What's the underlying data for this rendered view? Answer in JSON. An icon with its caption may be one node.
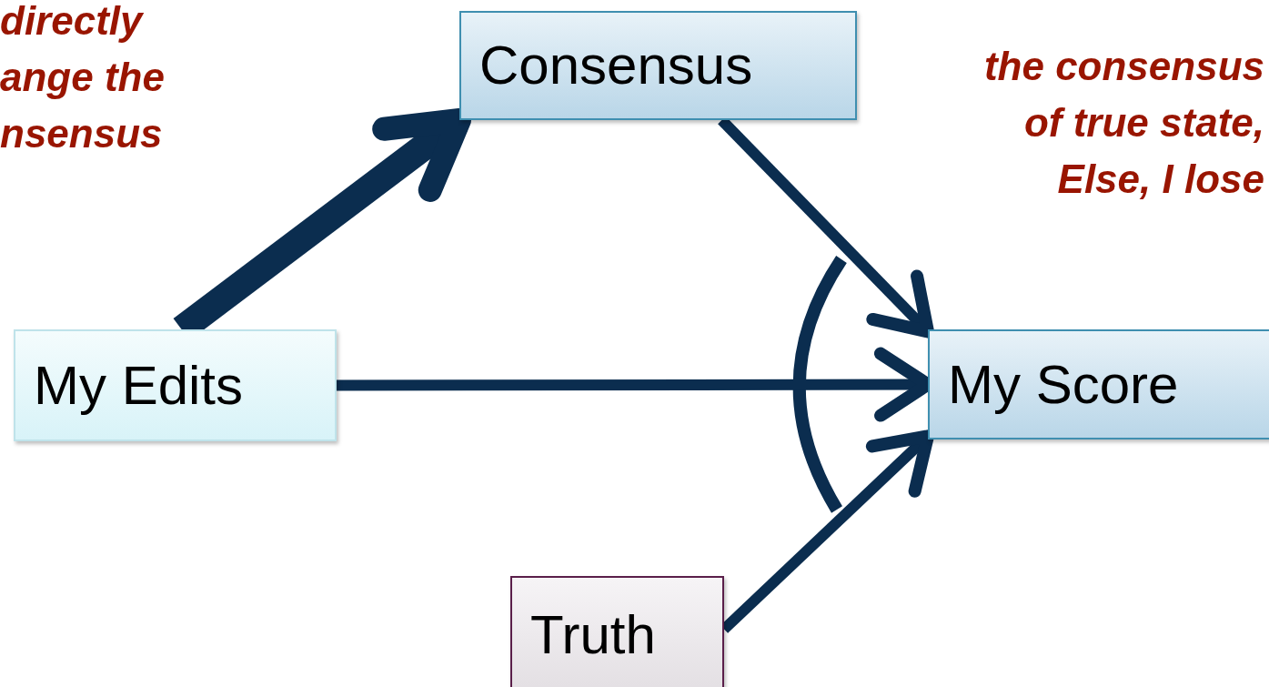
{
  "diagram": {
    "nodes": [
      {
        "text": [
          "Consensus"
        ]
      },
      {
        "text": [
          "My Edits"
        ]
      },
      {
        "text": [
          "My Score"
        ]
      },
      {
        "text": [
          "Truth"
        ]
      }
    ],
    "edges": [
      {
        "from": 1,
        "to": 0,
        "arrow": "to",
        "style": "thick"
      },
      {
        "from": 0,
        "to": 2,
        "arrow": "to"
      },
      {
        "from": 1,
        "to": 2,
        "arrow": "to"
      },
      {
        "from": 3,
        "to": 2,
        "arrow": "to"
      }
    ],
    "labels": [
      "directly ange the nsensus",
      "the consensus of true state, Else, I lose"
    ]
  }
}
